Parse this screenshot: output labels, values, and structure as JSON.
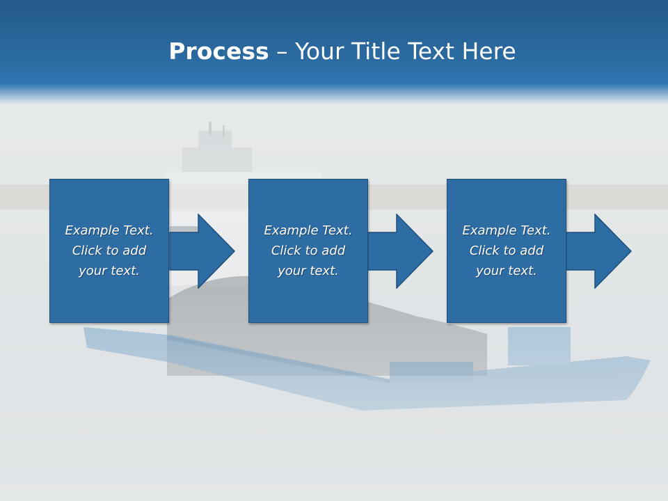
{
  "slide": {
    "title_bold": "Process",
    "title_rest": " – Your Title Text Here",
    "accent_color": "#2e6da4",
    "header_color": "#245a8a",
    "steps": [
      {
        "text": "Example Text.\nClick  to add\nyour text."
      },
      {
        "text": "Example Text.\nClick  to add\nyour text."
      },
      {
        "text": "Example Text.\nClick  to add\nyour text."
      }
    ],
    "arrow_icon": "right-arrow-icon",
    "background": "misty-river-cargo-ship-photo"
  }
}
